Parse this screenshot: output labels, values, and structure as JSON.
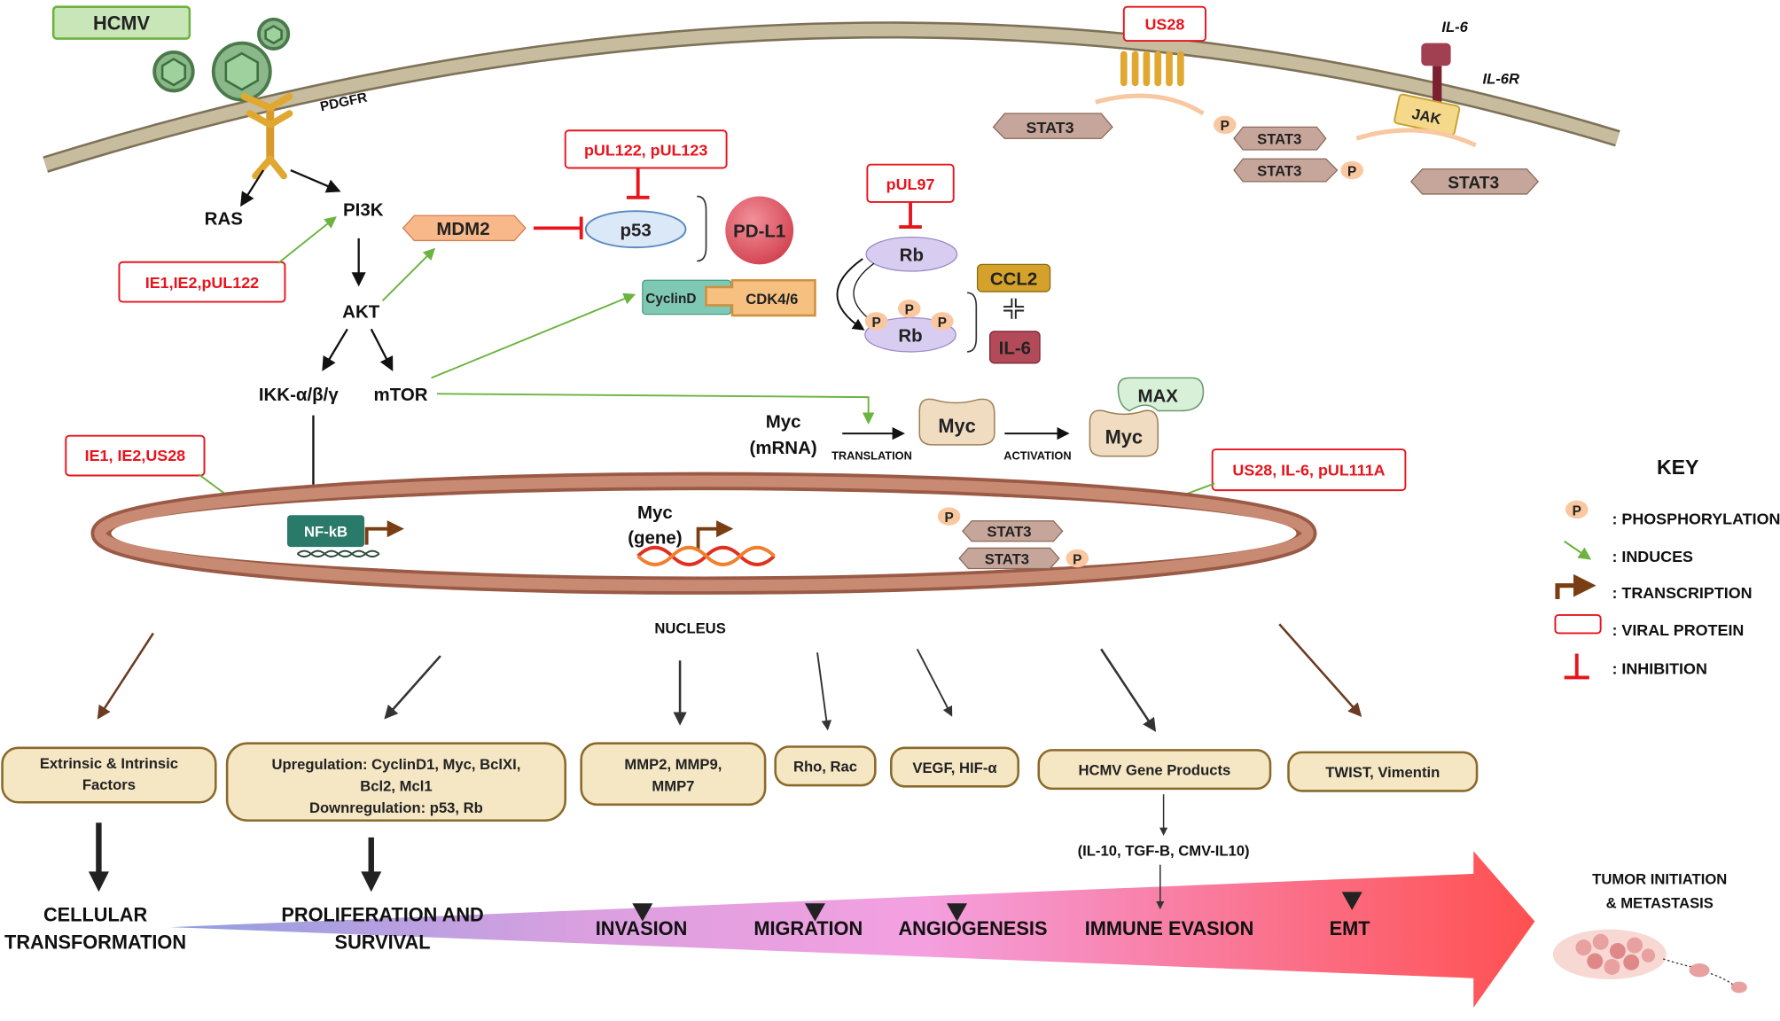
{
  "virus": {
    "label": "HCMV"
  },
  "membrane": {
    "pdgfr": "PDGFR",
    "il6": "IL-6",
    "il6r": "IL-6R",
    "jak": "JAK"
  },
  "viral_proteins": {
    "us28_top": "US28",
    "pul122_pul123": "pUL122, pUL123",
    "pul97": "pUL97",
    "ie1_ie2_pul122": "IE1,IE2,pUL122",
    "ie1_ie2_us28": "IE1, IE2,US28",
    "us28_il6_pul111a": "US28, IL-6, pUL111A"
  },
  "signaling": {
    "ras": "RAS",
    "pi3k": "PI3K",
    "akt": "AKT",
    "ikk": "IKK-α/β/γ",
    "mtor": "mTOR",
    "mdm2": "MDM2",
    "p53": "p53",
    "pdl1": "PD-L1",
    "rb": "Rb",
    "rb_p": "Rb",
    "cyclind": "CyclinD",
    "cdk46": "CDK4/6",
    "ccl2": "CCL2",
    "il6": "IL-6",
    "myc_mrna": "Myc\n(mRNA)",
    "myc": "Myc",
    "myc_max": "Myc",
    "max": "MAX",
    "translation": "TRANSLATION",
    "activation": "ACTIVATION",
    "stat3": "STAT3",
    "p": "P"
  },
  "nucleus": {
    "label": "NUCLEUS",
    "nfkb": "NF-kB",
    "myc_gene": "Myc\n(gene)",
    "stat3": "STAT3"
  },
  "key": {
    "title": "KEY",
    "items": [
      {
        "label": ": PHOSPHORYLATION"
      },
      {
        "label": ": INDUCES"
      },
      {
        "label": ": TRANSCRIPTION"
      },
      {
        "label": ": VIRAL PROTEIN"
      },
      {
        "label": ": INHIBITION"
      }
    ]
  },
  "outcomes": [
    {
      "box": "Extrinsic & Intrinsic\nFactors",
      "hallmark": "CELLULAR\nTRANSFORMATION"
    },
    {
      "box": "Upregulation: CyclinD1, Myc, BclXI,\nBcl2, Mcl1\nDownregulation: p53, Rb",
      "hallmark": "PROLIFERATION AND\nSURVIVAL"
    },
    {
      "box": "MMP2, MMP9,\nMMP7",
      "hallmark": "INVASION"
    },
    {
      "box": "Rho, Rac",
      "hallmark": "MIGRATION"
    },
    {
      "box": "VEGF, HIF-α",
      "hallmark": "ANGIOGENESIS"
    },
    {
      "box": "HCMV Gene Products",
      "hallmark": "IMMUNE EVASION"
    },
    {
      "box": "TWIST, Vimentin",
      "hallmark": "EMT"
    }
  ],
  "immune_sub": "(IL-10, TGF-Β, CMV-IL10)",
  "tumor": {
    "label": "TUMOR INITIATION\n& METASTASIS"
  },
  "colors": {
    "viral_red": "#e8141c",
    "box_fill": "#f5e6c4",
    "box_stroke": "#8a6a2a",
    "membrane": "#c7bc9e",
    "induce_green": "#6cb33f",
    "nucleus": "#b9725c"
  }
}
